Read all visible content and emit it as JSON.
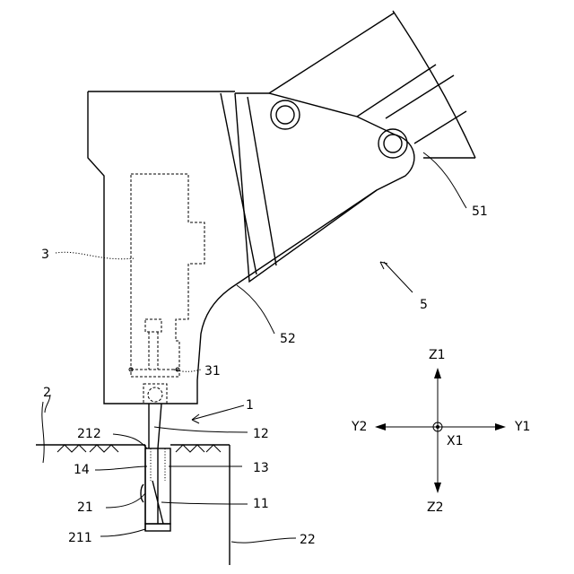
{
  "labels": {
    "l1": "1",
    "l2": "2",
    "l3": "3",
    "l5": "5",
    "l11": "11",
    "l12": "12",
    "l13": "13",
    "l14": "14",
    "l21": "21",
    "l22": "22",
    "l31": "31",
    "l51": "51",
    "l52": "52",
    "l211": "211",
    "l212": "212"
  },
  "axes": {
    "z1": "Z1",
    "z2": "Z2",
    "y1": "Y1",
    "y2": "Y2",
    "x1": "X1"
  }
}
